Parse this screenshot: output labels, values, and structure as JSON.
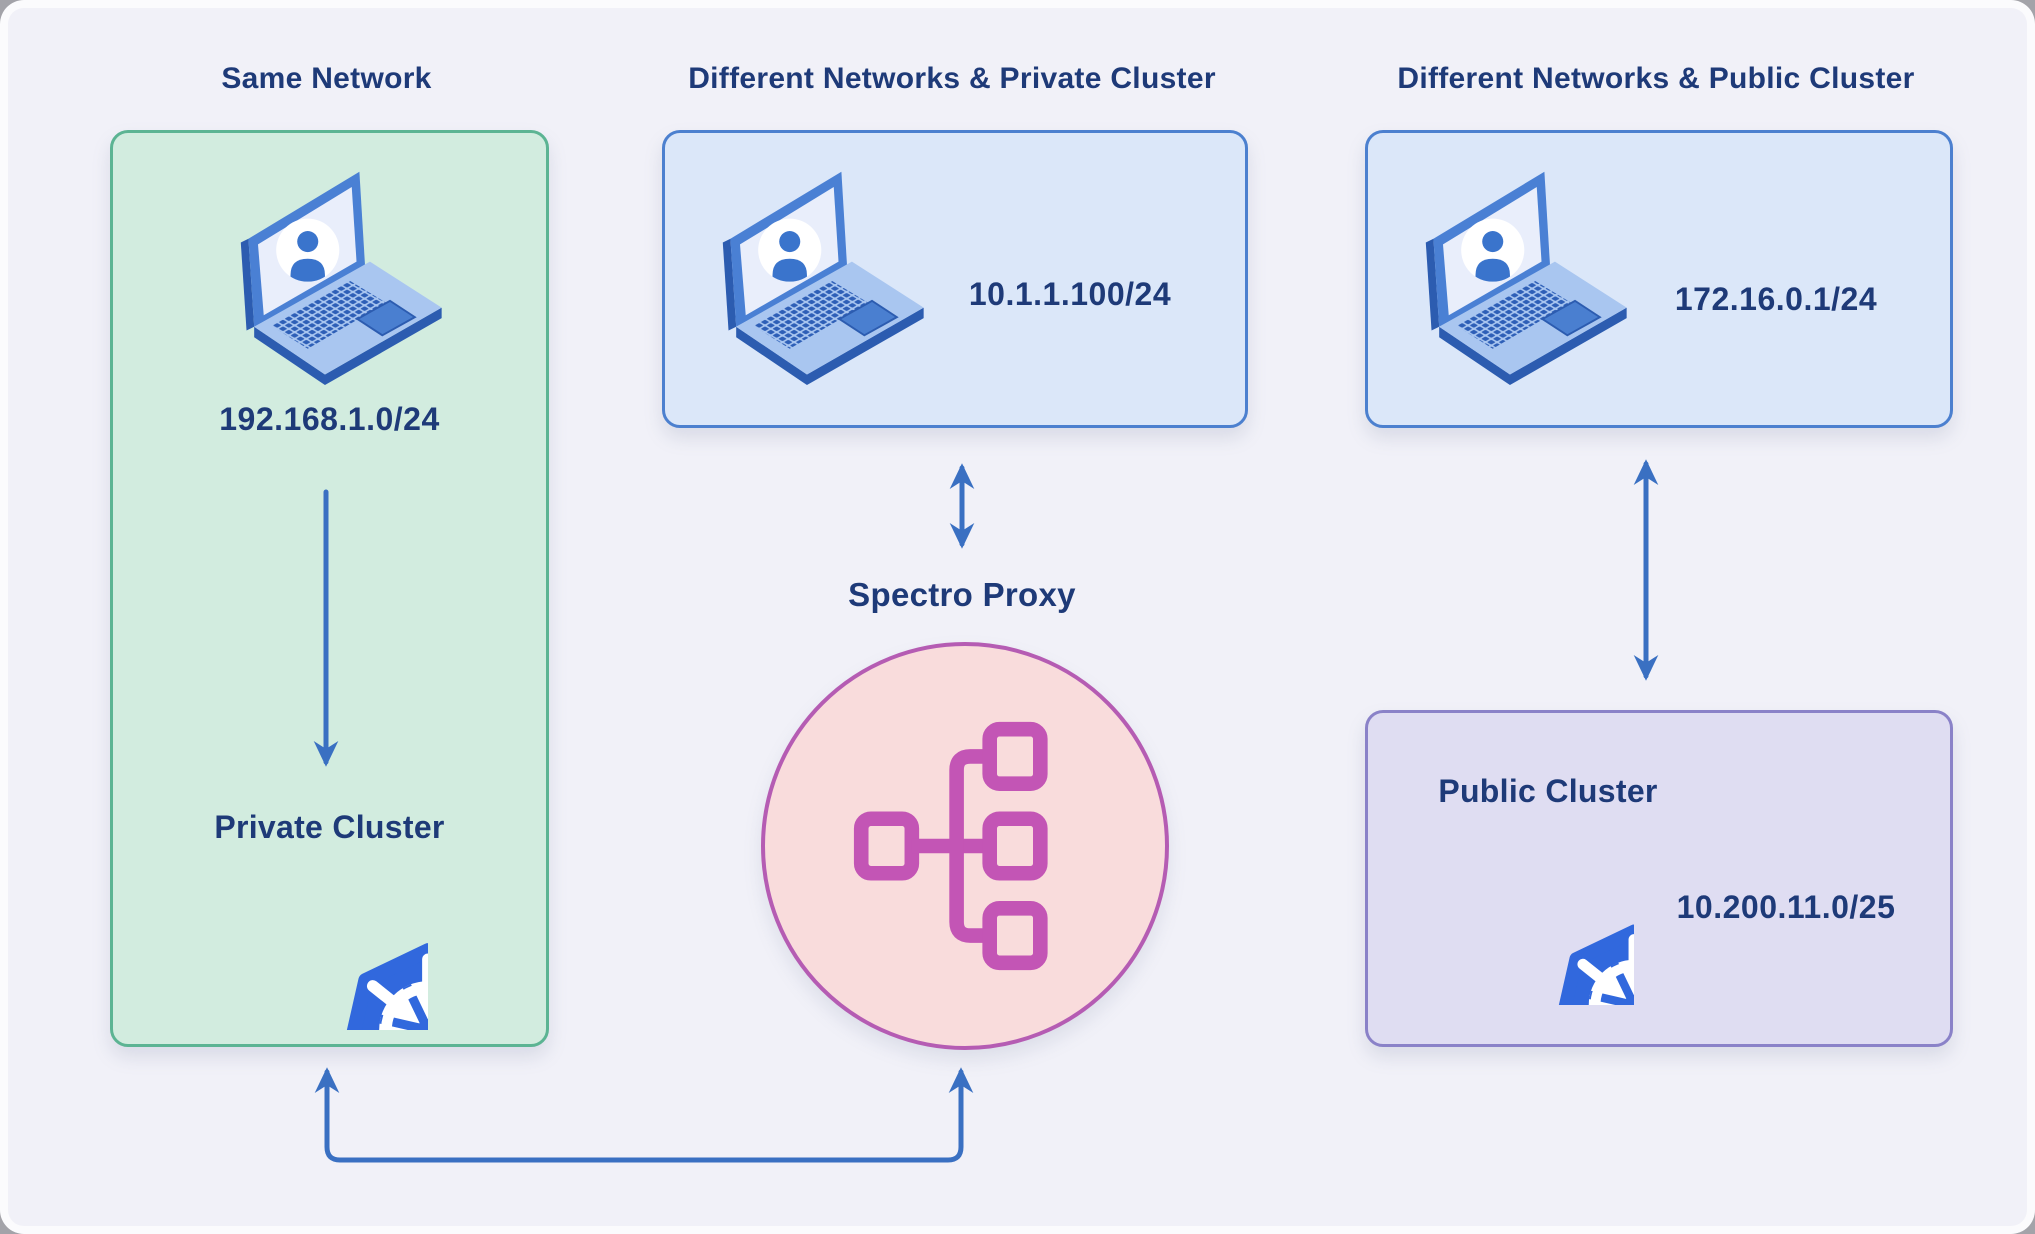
{
  "diagram": {
    "sections": {
      "same_network": {
        "title": "Same Network",
        "ip": "192.168.1.0/24",
        "cluster_label": "Private Cluster"
      },
      "diff_private": {
        "title": "Different Networks & Private Cluster",
        "ip": "10.1.1.100/24"
      },
      "diff_public": {
        "title": "Different Networks & Public Cluster",
        "ip": "172.16.0.1/24",
        "cluster": {
          "label": "Public Cluster",
          "ip": "10.200.11.0/25"
        }
      },
      "proxy": {
        "label": "Spectro Proxy"
      }
    },
    "colors": {
      "background": "#f1f1f8",
      "frame": "#fbfbfd",
      "text_navy": "#1e3a78",
      "arrow_blue": "#3a70c2",
      "green_fill": "#d2ecdf",
      "green_border": "#5cb493",
      "blue_fill": "#dbe7f9",
      "blue_border": "#4c80cf",
      "purple_fill": "#dfddf2",
      "purple_border": "#8a82c8",
      "pink_fill": "#f9dcdc",
      "pink_border": "#b55cb3",
      "magenta_icon": "#c355b5",
      "kubernetes_blue": "#3168dd"
    },
    "icons": {
      "laptop": "laptop-user-icon",
      "kubernetes": "kubernetes-icon",
      "proxy": "network-hierarchy-icon"
    }
  }
}
